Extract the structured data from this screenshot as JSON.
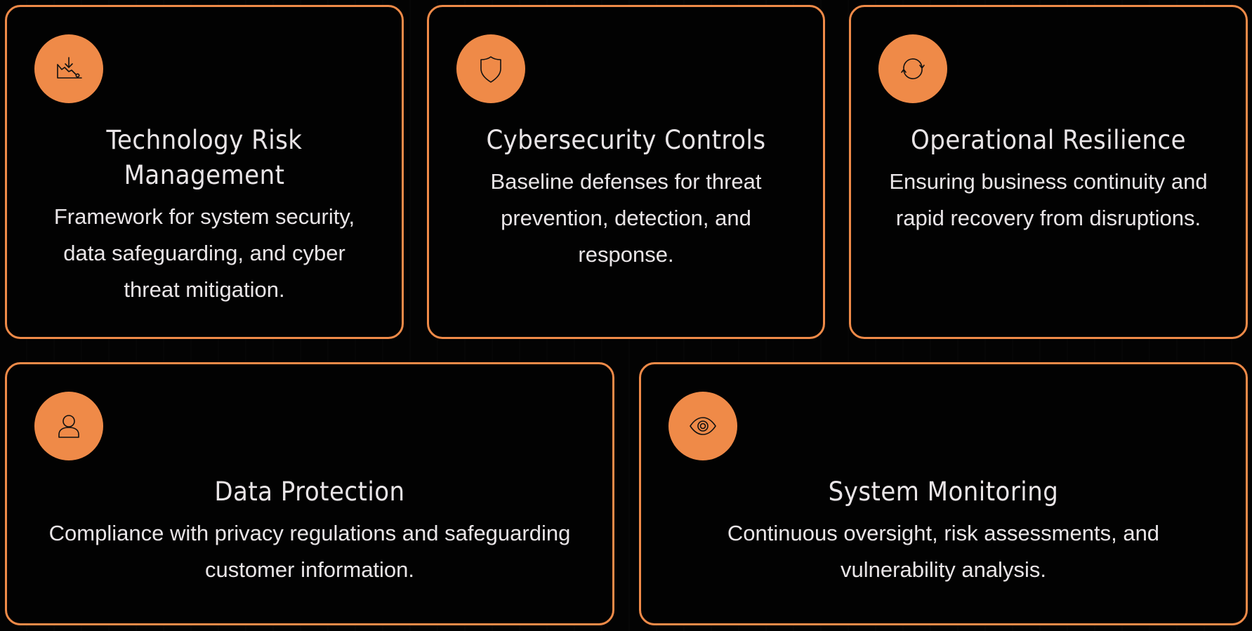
{
  "theme": {
    "accent": "#ef8a48",
    "background": "#030303",
    "text": "#e9e5e7",
    "icon_stroke": "#111111"
  },
  "cards": [
    {
      "icon": "chart-decline-icon",
      "title": "Technology Risk Management",
      "description": "Framework for system security, data safeguarding, and cyber threat mitigation."
    },
    {
      "icon": "shield-icon",
      "title": "Cybersecurity Controls",
      "description": "Baseline defenses for threat prevention, detection, and response."
    },
    {
      "icon": "refresh-icon",
      "title": "Operational Resilience",
      "description": "Ensuring business continuity and rapid recovery from disruptions."
    },
    {
      "icon": "user-icon",
      "title": "Data Protection",
      "description": "Compliance with privacy regulations and safeguarding customer information."
    },
    {
      "icon": "eye-icon",
      "title": "System Monitoring",
      "description": "Continuous oversight, risk assessments, and vulnerability analysis."
    }
  ]
}
